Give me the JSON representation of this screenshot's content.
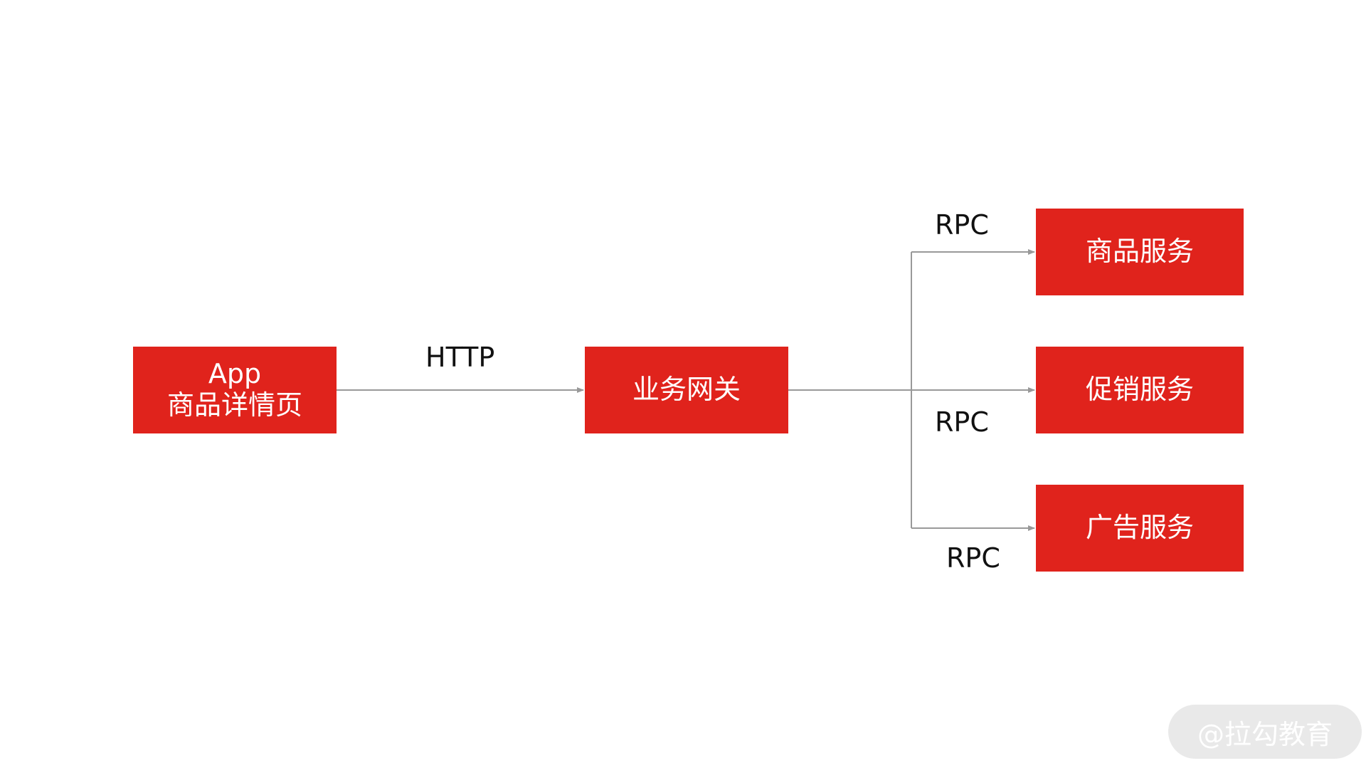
{
  "diagram": {
    "nodes": {
      "app": {
        "line1": "App",
        "line2": "商品详情页"
      },
      "gateway": {
        "label": "业务网关"
      },
      "product": {
        "label": "商品服务"
      },
      "promo": {
        "label": "促销服务"
      },
      "ads": {
        "label": "广告服务"
      }
    },
    "edges": {
      "http": "HTTP",
      "rpc_1": "RPC",
      "rpc_2": "RPC",
      "rpc_3": "RPC"
    }
  },
  "watermark": "@拉勾教育",
  "colors": {
    "node_fill": "#e0231c",
    "node_text": "#ffffff",
    "connector": "#999999"
  }
}
